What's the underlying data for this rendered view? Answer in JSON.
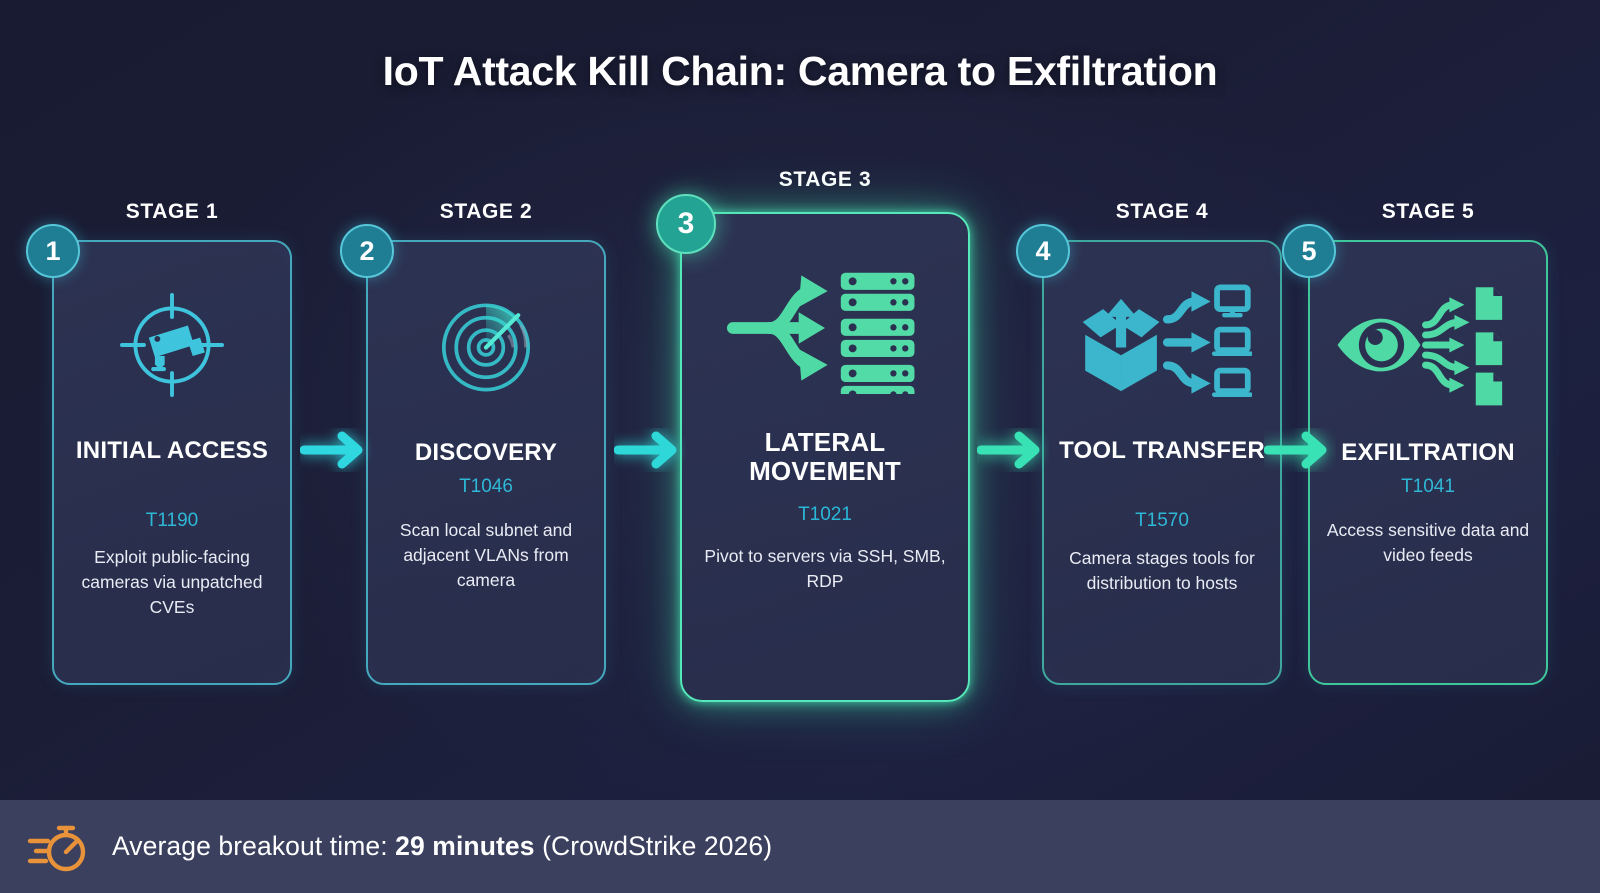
{
  "title": "IoT Attack Kill Chain: Camera to Exfiltration",
  "colors": {
    "background": "#191b33",
    "card_fill": "#2e3454",
    "cyan": "#2fb7d6",
    "teal_badge": "#1f7d94",
    "green_accent": "#55e8b8",
    "footer_bar": "#3a405e",
    "footer_icon": "#e8923a",
    "text": "#ffffff"
  },
  "stages": [
    {
      "label": "STAGE 1",
      "number": "1",
      "icon": "camera-crosshair-icon",
      "name": "INITIAL ACCESS",
      "technique": "T1190",
      "description": "Exploit public-facing cameras via unpatched CVEs"
    },
    {
      "label": "STAGE 2",
      "number": "2",
      "icon": "radar-scan-icon",
      "name": "DISCOVERY",
      "technique": "T1046",
      "description": "Scan local subnet and adjacent VLANs from camera"
    },
    {
      "label": "STAGE 3",
      "number": "3",
      "icon": "branching-arrows-servers-icon",
      "name": "LATERAL MOVEMENT",
      "technique": "T1021",
      "description": "Pivot to servers via SSH, SMB, RDP"
    },
    {
      "label": "STAGE 4",
      "number": "4",
      "icon": "open-box-distribution-icon",
      "name": "TOOL TRANSFER",
      "technique": "T1570",
      "description": "Camera stages tools for distribution to hosts"
    },
    {
      "label": "STAGE 5",
      "number": "5",
      "icon": "eye-documents-icon",
      "name": "EXFILTRATION",
      "technique": "T1041",
      "description": "Access sensitive data and video feeds"
    }
  ],
  "footer": {
    "icon": "stopwatch-icon",
    "prefix": "Average breakout time: ",
    "value": "29 minutes",
    "suffix": " (CrowdStrike 2026)"
  }
}
